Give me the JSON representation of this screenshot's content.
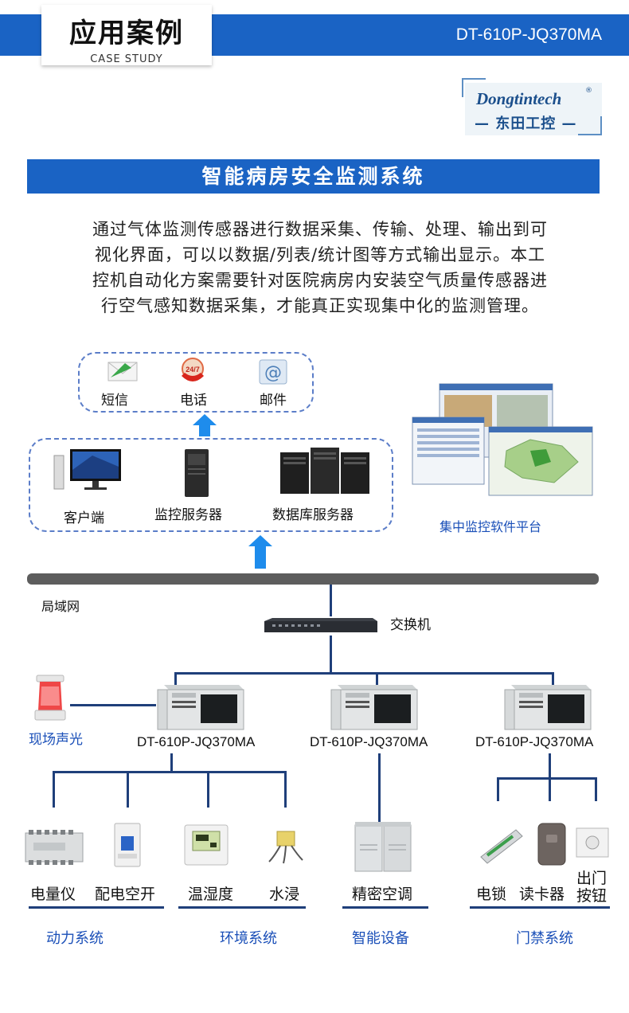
{
  "header": {
    "title": "应用案例",
    "subtitle": "CASE STUDY",
    "model": "DT-610P-JQ370MA"
  },
  "logo": {
    "english": "Dongtintech",
    "registered": "®",
    "chinese": "— 东田工控 —"
  },
  "section_title": "智能病房安全监测系统",
  "description": [
    "通过气体监测传感器进行数据采集、传输、处理、输出到可",
    "视化界面，可以以数据/列表/统计图等方式输出显示。本工",
    "控机自动化方案需要针对医院病房内安装空气质量传感器进",
    "行空气感知数据采集，才能真正实现集中化的监测管理。"
  ],
  "diagram": {
    "notify": {
      "sms": "短信",
      "phone": "电话",
      "phone_badge": "24/7",
      "email": "邮件"
    },
    "servers": {
      "client": "客户端",
      "monitor_server": "监控服务器",
      "db_server": "数据库服务器"
    },
    "software_platform": "集中监控软件平台",
    "lan": "局域网",
    "switch": "交换机",
    "alarm": "现场声光",
    "ipcs": [
      "DT-610P-JQ370MA",
      "DT-610P-JQ370MA",
      "DT-610P-JQ370MA"
    ],
    "devices": {
      "power_meter": "电量仪",
      "breaker": "配电空开",
      "temp_humidity": "温湿度",
      "water_leak": "水浸",
      "ac": "精密空调",
      "door_lock": "电锁",
      "card_reader": "读卡器",
      "exit_button_line1": "出门",
      "exit_button_line2": "按钮"
    },
    "groups": {
      "power": "动力系统",
      "environment": "环境系统",
      "smart": "智能设备",
      "access": "门禁系统"
    }
  },
  "colors": {
    "brand_blue": "#1a63c4",
    "arrow_blue": "#1e8cec",
    "line_navy": "#1f3f7a",
    "label_blue": "#1a4fb8"
  }
}
